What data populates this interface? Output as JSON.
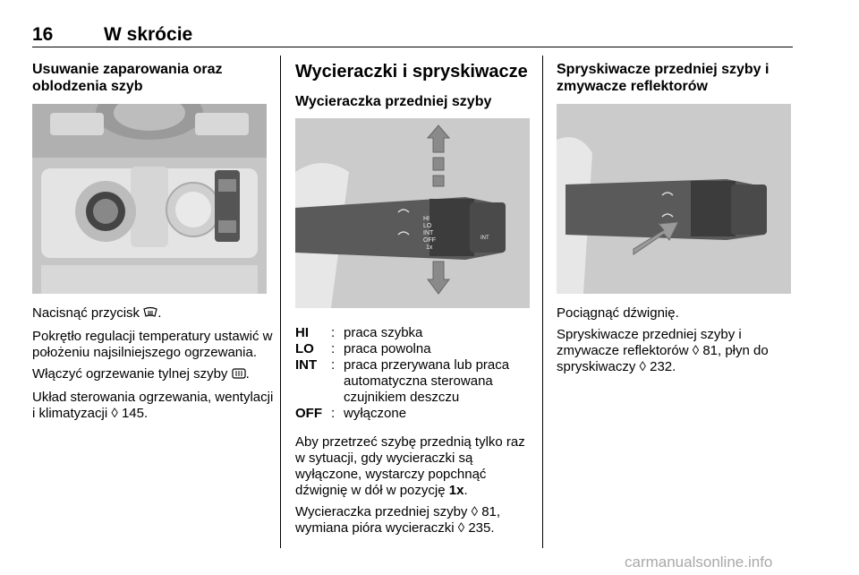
{
  "header": {
    "page_number": "16",
    "title": "W skrócie"
  },
  "col1": {
    "heading": "Usuwanie zaparowania oraz oblodzenia szyb",
    "p1": "Nacisnąć przycisk",
    "p1_end": ".",
    "p2": "Pokrętło regulacji temperatury ustawić w położeniu najsilniejszego ogrzewania.",
    "p3": "Włączyć ogrzewanie tylnej szyby",
    "p3_end": ".",
    "p4": "Układ sterowania ogrzewania, wentylacji i klimatyzacji",
    "p4_ref": "145."
  },
  "col2": {
    "heading": "Wycieraczki i spryskiwacze",
    "subheading": "Wycieraczka przedniej szyby",
    "lever_labels": {
      "hi": "HI",
      "lo": "LO",
      "int": "INT",
      "off": "OFF",
      "one_x": "1x",
      "auto_int": "INT"
    },
    "defs": [
      {
        "key": "HI",
        "sep": ":",
        "value": "praca szybka"
      },
      {
        "key": "LO",
        "sep": ":",
        "value": "praca powolna"
      },
      {
        "key": "INT",
        "sep": ":",
        "value": "praca przerywana lub praca automatyczna sterowana czujnikiem deszczu"
      },
      {
        "key": "OFF",
        "sep": ":",
        "value": "wyłączone"
      }
    ],
    "p1_a": "Aby przetrzeć szybę przednią tylko raz w sytuacji, gdy wycieraczki są wyłączone, wystarczy popchnąć dźwignię w dół w pozycję",
    "p1_bold": "1x",
    "p1_end": ".",
    "p2_a": "Wycieraczka przedniej szyby",
    "p2_ref1": "81,",
    "p2_b": "wymiana pióra wycieraczki",
    "p2_ref2": "235."
  },
  "col3": {
    "heading": "Spryskiwacze przedniej szyby i zmywacze reflektorów",
    "p1": "Pociągnąć dźwignię.",
    "p2_a": "Spryskiwacze przedniej szyby i zmywacze reflektorów",
    "p2_ref1": "81,",
    "p2_b": "płyn do spryskiwaczy",
    "p2_ref2": "232."
  },
  "footer": "carmanualsonline.info"
}
